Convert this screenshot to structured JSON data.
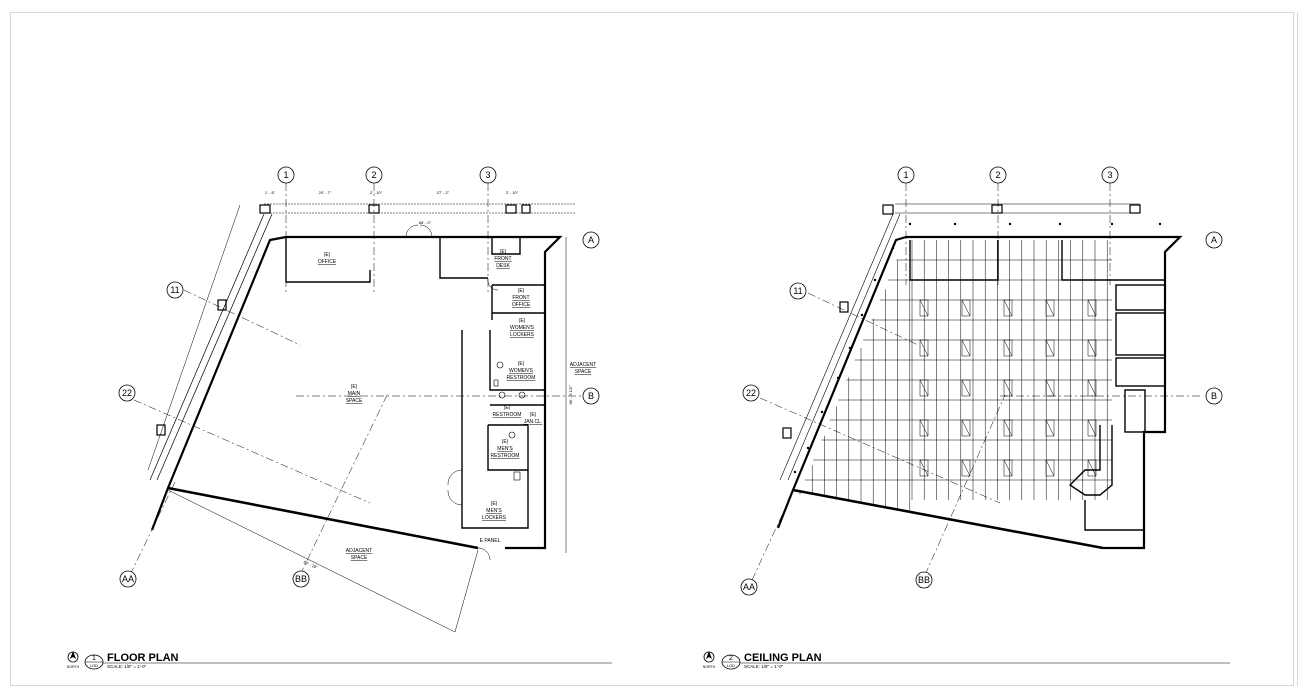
{
  "floor_plan": {
    "title": "FLOOR PLAN",
    "number": "1",
    "sheet_ref": "LOD",
    "north_label": "NORTH",
    "scale": "SCALE: 1/8\" = 1'-0\"",
    "grid_bubbles": [
      "1",
      "2",
      "3",
      "A",
      "B",
      "11",
      "22",
      "AA",
      "BB"
    ],
    "rooms": [
      {
        "prefix": "(E)",
        "name": "OFFICE"
      },
      {
        "prefix": "(E)",
        "name": "FRONT",
        "name2": "DESK"
      },
      {
        "prefix": "(E)",
        "name": "FRONT",
        "name2": "OFFICE"
      },
      {
        "prefix": "(E)",
        "name": "WOMEN'S",
        "name2": "LOCKERS"
      },
      {
        "prefix": "(E)",
        "name": "WOMEN'S",
        "name2": "RESTROOM"
      },
      {
        "prefix": "(E)",
        "name": "MAIN",
        "name2": "SPACE"
      },
      {
        "prefix": "(E)",
        "name": "RESTROOM"
      },
      {
        "prefix": "(E)",
        "name": "JAN.CL."
      },
      {
        "prefix": "(E)",
        "name": "MEN'S",
        "name2": "RESTROOM"
      },
      {
        "prefix": "(E)",
        "name": "MEN'S",
        "name2": "LOCKERS"
      }
    ],
    "adjacent_labels": [
      {
        "name": "ADJACENT",
        "name2": "SPACE"
      },
      {
        "name": "ADJACENT",
        "name2": "SPACE"
      }
    ],
    "panel_label": "E PANEL",
    "dimensions": [
      "1' - 6\"",
      "20' - 7\"",
      "2' - 10\"",
      "27' - 2\"",
      "2' - 10\"",
      "68' - 0\"",
      "68' - 3 1/2\"",
      "65' - 10\""
    ]
  },
  "ceiling_plan": {
    "title": "CEILING PLAN",
    "number": "2",
    "sheet_ref": "LOD",
    "north_label": "NORTH",
    "scale": "SCALE: 1/8\" = 1'-0\"",
    "grid_bubbles": [
      "1",
      "2",
      "3",
      "A",
      "B",
      "11",
      "22",
      "AA",
      "BB"
    ]
  }
}
